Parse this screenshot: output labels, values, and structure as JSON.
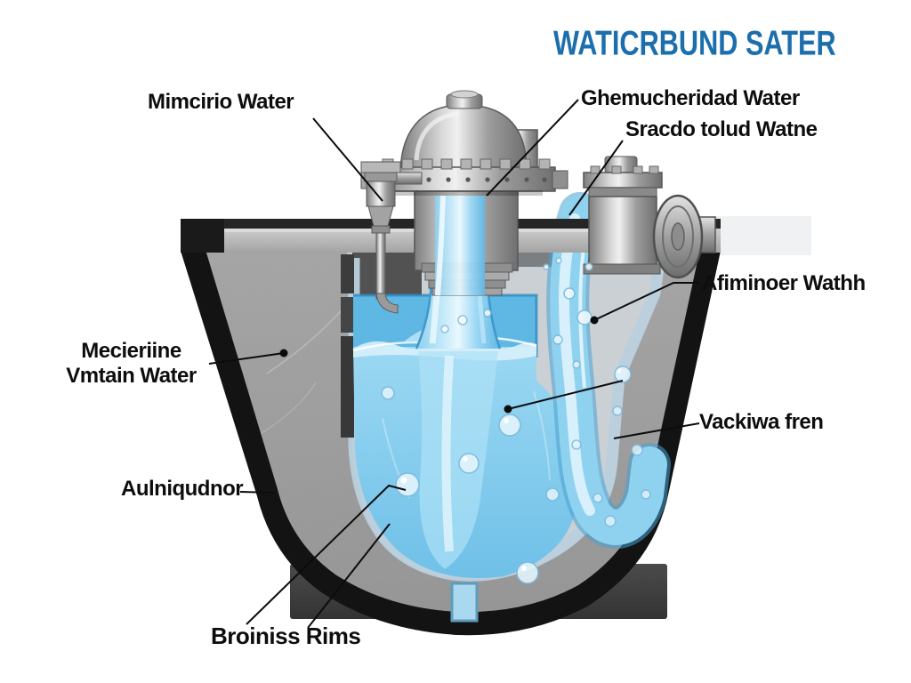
{
  "title": "WATICRBUND SATER",
  "labels": {
    "top_left": "Mimcirio Water",
    "top_right_1": "Ghemucheridad Water",
    "top_right_2": "Sracdo tolud Watne",
    "right_upper": "Afiminoer Wathh",
    "left_middle_1": "Mecieriine",
    "left_middle_2": "Vmtain Water",
    "right_lower": "Vackiwa fren",
    "left_lower": "Aulniqudnor",
    "bottom": "Broiniss Rims"
  },
  "colors": {
    "title_blue": "#1c6fad",
    "label_text": "#0d0d0d",
    "water_light": "#c9ecfa",
    "water_mid": "#7cc7ea",
    "water_deep": "#5aaede",
    "liner": "#b9cfdd",
    "concrete": "#9e9e9e",
    "tank_wall": "#141414",
    "metal": "#b5b5b5",
    "background": "#ffffff"
  },
  "diagram": {
    "type": "cutaway-water-tank-illustration",
    "parts": [
      "pump-motor",
      "inlet-valve",
      "outlet-valve",
      "flange-disc",
      "tank-wall",
      "concrete-fill",
      "liner",
      "water-body",
      "center-stream",
      "curved-stream",
      "bubbles",
      "pedestal",
      "drain-stub",
      "rim-slab"
    ]
  }
}
